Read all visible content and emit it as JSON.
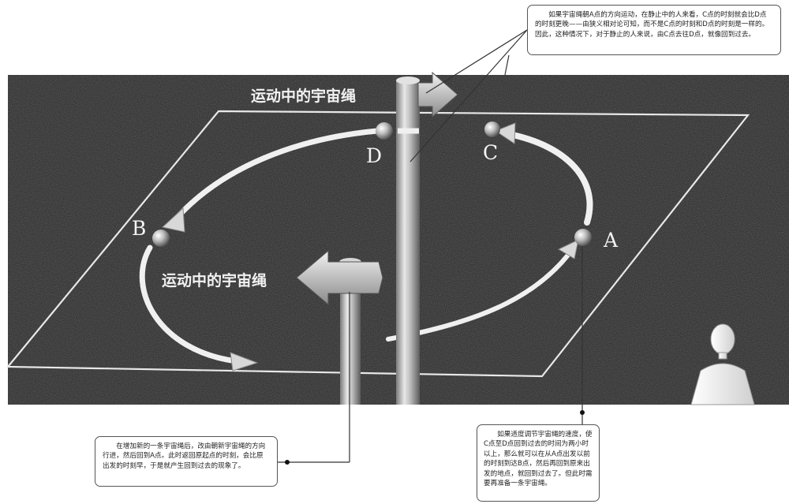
{
  "diagram": {
    "title_top": "运动中的宇宙绳",
    "title_bottom": "运动中的宇宙绳",
    "points": {
      "a": "A",
      "b": "B",
      "c": "C",
      "d": "D"
    },
    "icons": [
      "right-arrow-sign-icon",
      "left-arrow-sign-icon",
      "human-figure-icon"
    ]
  },
  "callouts": {
    "top": "如果宇宙绳朝A点的方向运动，在静止中的人来看，C点的时刻就会比D点的时刻更晚——由狭义相对论可知，而不是C点的时刻和D点的时刻是一样的。因此，这种情况下，对于静止的人来说，由C点去往D点，就像回到过去。",
    "bottom_left": "在增加新的一条宇宙绳后，改由朝新宇宙绳的方向行进，然后回到A点。此时返回原起点的时刻，会比原出发的时刻早，于是就产生回到过去的现象了。",
    "bottom_right": "如果适度调节宇宙绳的速度，使C点至D点回到过去的时间为两小时以上，那么就可以在从A点出发以前的时刻到达B点，然后再回到原来出发的地点，就回到过去了。但此时需要再准备一条宇宙绳。"
  }
}
